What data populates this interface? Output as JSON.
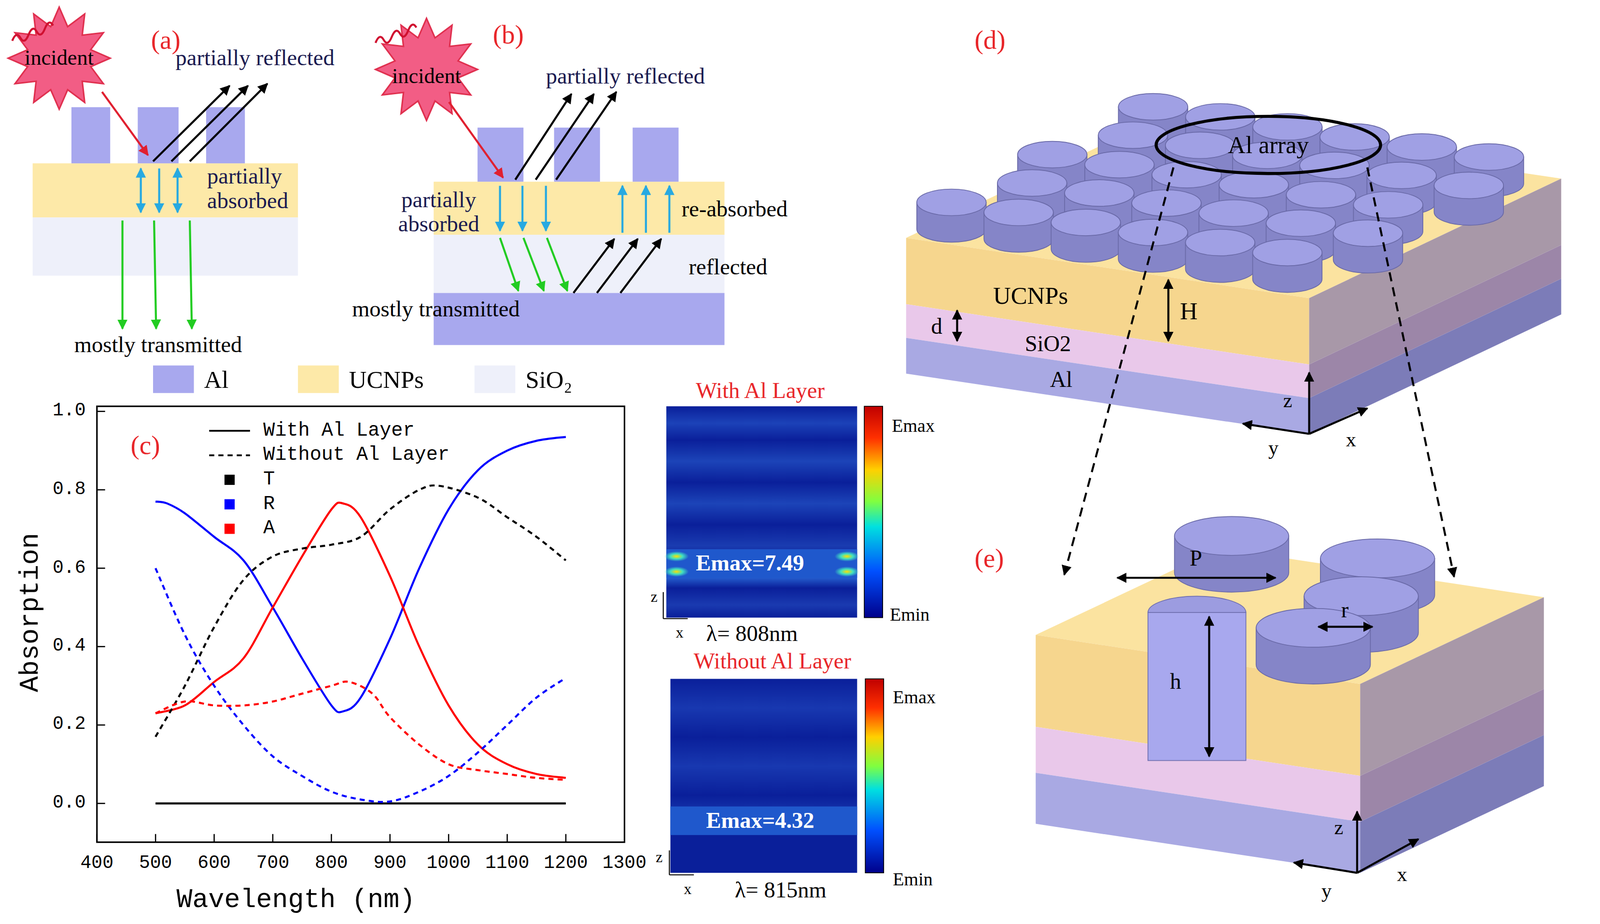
{
  "diagram": {
    "nodes": [
      {
        "text": [
          "Al array"
        ]
      }
    ],
    "labels": [
      "(a)",
      "incident",
      "partially reflected",
      "partially absorbed",
      "mostly transmitted",
      "(b)",
      "incident",
      "partially reflected",
      "partially absorbed",
      "re-absorbed",
      "reflected",
      "mostly transmitted",
      "(c)",
      "1.0",
      "0.8",
      "0.6",
      "0.4",
      "0.2",
      "0.0",
      "400",
      "500",
      "600",
      "700",
      "800",
      "900",
      "1000",
      "1100",
      "1200",
      "1300",
      "Absorption",
      "Wavelength (nm)",
      "With Al Layer",
      "Emax",
      "Emin",
      "Emax=7.49",
      "z",
      "x",
      "λ= 808nm",
      "Without Al Layer",
      "Emax",
      "Emin",
      "Emax=4.32",
      "z",
      "x",
      "λ= 815nm",
      "(d)",
      "UCNPs",
      "d",
      "SiO2",
      "H",
      "Al",
      "z",
      "x",
      "y",
      "(e)",
      "P",
      "r",
      "h",
      "z",
      "x",
      "y"
    ],
    "legend": [
      {
        "text": "Al",
        "color": "#a8a8ee"
      },
      {
        "text": "UCNPs",
        "color": "#fde9a8"
      },
      {
        "text": "SiO₂",
        "color": "#eef0fa"
      },
      {
        "text": "With Al Layer"
      },
      {
        "text": "Without Al Layer"
      },
      {
        "text": "T",
        "color": "#000000"
      },
      {
        "text": "R",
        "color": "#0000ff"
      },
      {
        "text": "A",
        "color": "#ff0000"
      }
    ]
  }
}
